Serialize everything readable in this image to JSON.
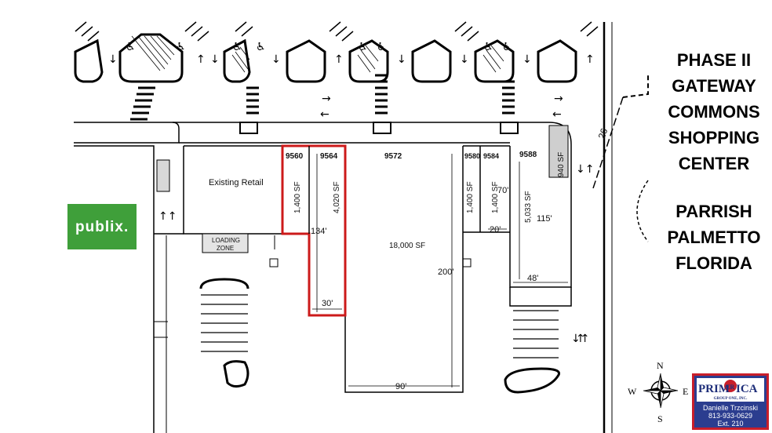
{
  "title_block": {
    "line1": "PHASE II",
    "line2": "GATEWAY",
    "line3": "COMMONS",
    "line4": "SHOPPING",
    "line5": "CENTER",
    "line6": "PARRISH",
    "line7": "PALMETTO",
    "line8": "FLORIDA"
  },
  "publix": {
    "label": "publix.",
    "color": "#3f9f3a"
  },
  "existing_retail": "Existing Retail",
  "loading_zone": {
    "line1": "LOADING",
    "line2": "ZONE"
  },
  "units": [
    {
      "number": "9560",
      "area": "1,400 SF"
    },
    {
      "number": "9564",
      "area": "4,020 SF",
      "highlight": true
    },
    {
      "number": "9572",
      "area": "18,000 SF"
    },
    {
      "number": "9580",
      "area": "1,400 SF"
    },
    {
      "number": "9584",
      "area": "1,400 SF"
    },
    {
      "number": "9588",
      "area": "5,033 SF"
    }
  ],
  "corner_area": "940 SF",
  "dimensions": {
    "d134": "134'",
    "d30": "30'",
    "d200": "200'",
    "d90": "90'",
    "d70": "70'",
    "d20": "20'",
    "d115": "115'",
    "d48": "48'"
  },
  "road_label": "26",
  "compass": {
    "n": "N",
    "s": "S",
    "e": "E",
    "w": "W"
  },
  "logo": {
    "brand_left": "PRIM",
    "brand_mid": "ER",
    "brand_right": "ICA",
    "sub": "GROUP ONE, INC.",
    "contact_name": "Danielle Trzcinski",
    "phone": "813-933-0629",
    "ext": "Ext. 210"
  },
  "colors": {
    "highlight": "#cc1a1a",
    "line": "#000000",
    "logo_blue": "#1f2f7a",
    "logo_red": "#c81e2a",
    "logo_bg": "#2b3d8f"
  }
}
